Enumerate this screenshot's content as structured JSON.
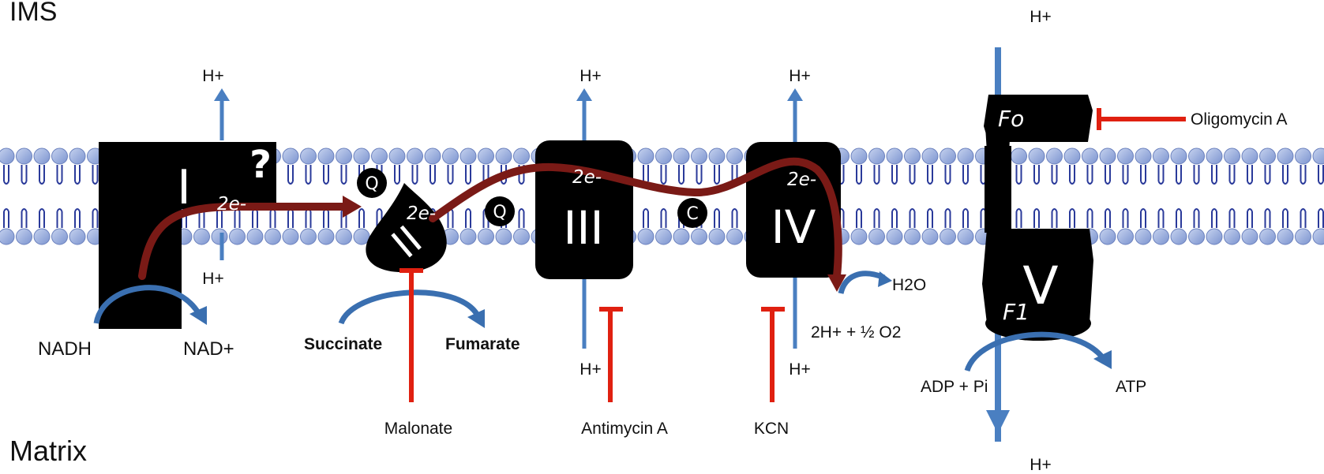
{
  "regions": {
    "ims": "IMS",
    "matrix": "Matrix"
  },
  "complexes": {
    "I": "I",
    "I_unknown": "?",
    "II": "II",
    "III": "III",
    "IV": "IV",
    "V": "V",
    "fo": "Fo",
    "f1": "F1"
  },
  "carriers": {
    "q1": "Q",
    "q2": "Q",
    "c": "C"
  },
  "electrons": {
    "e1": "2e-",
    "e2": "2e-",
    "e3": "2e-",
    "e4": "2e-"
  },
  "protons": {
    "c1_top": "H+",
    "c1_bottom": "H+",
    "c3_top": "H+",
    "c3_bottom": "H+",
    "c4_top": "H+",
    "c4_bottom": "H+",
    "c5_top": "H+",
    "c5_bottom": "H+"
  },
  "substrates": {
    "nadh": "NADH",
    "nad": "NAD+",
    "succinate": "Succinate",
    "fumarate": "Fumarate",
    "water": "H2O",
    "oxygen": "2H+ + ½ O2",
    "adp": "ADP + Pi",
    "atp": "ATP"
  },
  "inhibitors": {
    "malonate": "Malonate",
    "antimycin": "Antimycin A",
    "kcn": "KCN",
    "oligomycin": "Oligomycin A"
  },
  "colors": {
    "membrane_head": "#8ea5d8",
    "membrane_tail": "#2a3a9a",
    "complex": "#000000",
    "electron_path": "#7a1a16",
    "proton_arrow": "#4a7fc1",
    "inhibitor": "#e02010",
    "substrate_arrow": "#3a6fb0"
  }
}
